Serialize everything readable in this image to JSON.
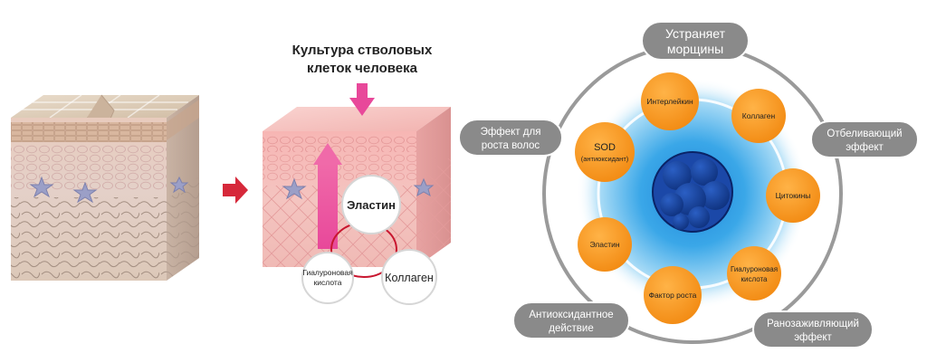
{
  "left_panel": {
    "stem_culture_label": [
      "Культура стволовых",
      "клеток человека"
    ],
    "circles": {
      "elastin": "Эластин",
      "collagen": "Коллаген",
      "hyaluronic": [
        "Гиалуроновая",
        "кислота"
      ]
    }
  },
  "right_diagram": {
    "inner_factors": [
      {
        "id": "interleukin",
        "lines": [
          "Интерлейкин"
        ]
      },
      {
        "id": "collagen",
        "lines": [
          "Коллаген"
        ]
      },
      {
        "id": "cytokines",
        "lines": [
          "Цитокины"
        ]
      },
      {
        "id": "hyaluronic",
        "lines": [
          "Гиалуроновая",
          "кислота"
        ]
      },
      {
        "id": "growth-factor",
        "lines": [
          "Фактор роста"
        ]
      },
      {
        "id": "elastin",
        "lines": [
          "Эластин"
        ]
      },
      {
        "id": "sod",
        "lines": [
          "SOD",
          "(антиоксидант)"
        ]
      }
    ],
    "outer_effects": [
      {
        "id": "wrinkles",
        "lines": [
          "Устраняет",
          "морщины"
        ]
      },
      {
        "id": "whitening",
        "lines": [
          "Отбеливающий",
          "эффект"
        ]
      },
      {
        "id": "wound-healing",
        "lines": [
          "Ранозаживляющий",
          "эффект"
        ]
      },
      {
        "id": "antioxidant",
        "lines": [
          "Антиоксидантное",
          "действие"
        ]
      },
      {
        "id": "hair-growth",
        "lines": [
          "Эффект для",
          "роста волос"
        ]
      }
    ]
  },
  "colors": {
    "orange": "#f7941d",
    "pill_gray": "#8a8a8a",
    "pink_arrow": "#e8489a",
    "red_arrow": "#d6283a",
    "glow_blue": "#3aa7e8",
    "core_blue": "#0d2f7a"
  }
}
